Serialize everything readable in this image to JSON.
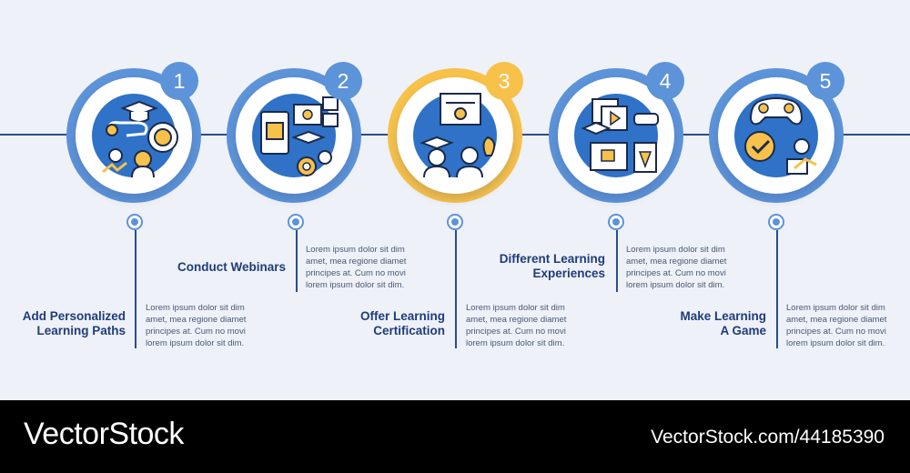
{
  "colors": {
    "accent": "#5d93d8",
    "highlight": "#f7c14a",
    "line": "#2a4d8f",
    "title": "#1f3c7a",
    "icon_fill": "#2f72c7"
  },
  "steps": [
    {
      "number": "1",
      "title_line1": "Add Personalized",
      "title_line2": "Learning Paths",
      "desc": [
        "Lorem ipsum dolor sit dim",
        "amet, mea regione diamet",
        "principes at. Cum no movi",
        "lorem ipsum dolor sit dim."
      ]
    },
    {
      "number": "2",
      "title_line1": "Conduct Webinars",
      "title_line2": "",
      "desc": [
        "Lorem ipsum dolor sit dim",
        "amet, mea regione diamet",
        "principes at. Cum no movi",
        "lorem ipsum dolor sit dim."
      ]
    },
    {
      "number": "3",
      "title_line1": "Offer Learning",
      "title_line2": "Certification",
      "desc": [
        "Lorem ipsum dolor sit dim",
        "amet, mea regione diamet",
        "principes at. Cum no movi",
        "lorem ipsum dolor sit dim."
      ]
    },
    {
      "number": "4",
      "title_line1": "Different Learning",
      "title_line2": "Experiences",
      "desc": [
        "Lorem ipsum dolor sit dim",
        "amet, mea regione diamet",
        "principes at. Cum no movi",
        "lorem ipsum dolor sit dim."
      ]
    },
    {
      "number": "5",
      "title_line1": "Make Learning",
      "title_line2": "A Game",
      "desc": [
        "Lorem ipsum dolor sit dim",
        "amet, mea regione diamet",
        "principes at. Cum no movi",
        "lorem ipsum dolor sit dim."
      ]
    }
  ],
  "watermark": {
    "brand": "VectorStock",
    "url": "VectorStock.com/44185390"
  }
}
